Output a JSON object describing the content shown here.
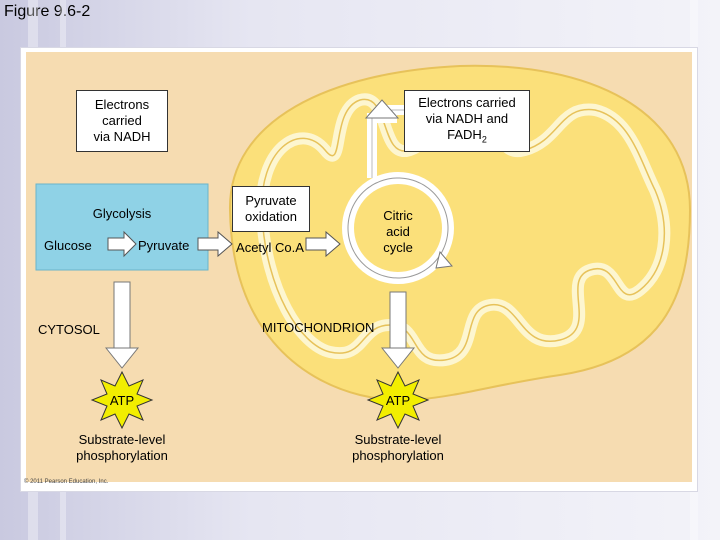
{
  "slide": {
    "title": "Figure 9.6-2"
  },
  "diagram": {
    "electrons_nadh": "Electrons\ncarried\nvia NADH",
    "electrons_nadh_fadh2": "Electrons carried\nvia NADH and\nFADH",
    "fadh_subscript": "2",
    "glycolysis": "Glycolysis",
    "glucose": "Glucose",
    "pyruvate": "Pyruvate",
    "pyruvate_oxidation": "Pyruvate\noxidation",
    "acetyl_coa": "Acetyl Co.A",
    "citric_acid_cycle": "Citric\nacid\ncycle",
    "cytosol": "CYTOSOL",
    "mitochondrion": "MITOCHONDRION",
    "atp_left": "ATP",
    "atp_right": "ATP",
    "substrate_left": "Substrate-level\nphosphorylation",
    "substrate_right": "Substrate-level\nphosphorylation",
    "copyright": "© 2011 Pearson Education, Inc."
  },
  "colors": {
    "cytosol_bg": "#f6dcb1",
    "mito_fill": "#fbe07a",
    "glycolysis_box": "#8fd2e6",
    "atp_burst": "#f2ee00",
    "arrow_fill": "#ffffff"
  }
}
